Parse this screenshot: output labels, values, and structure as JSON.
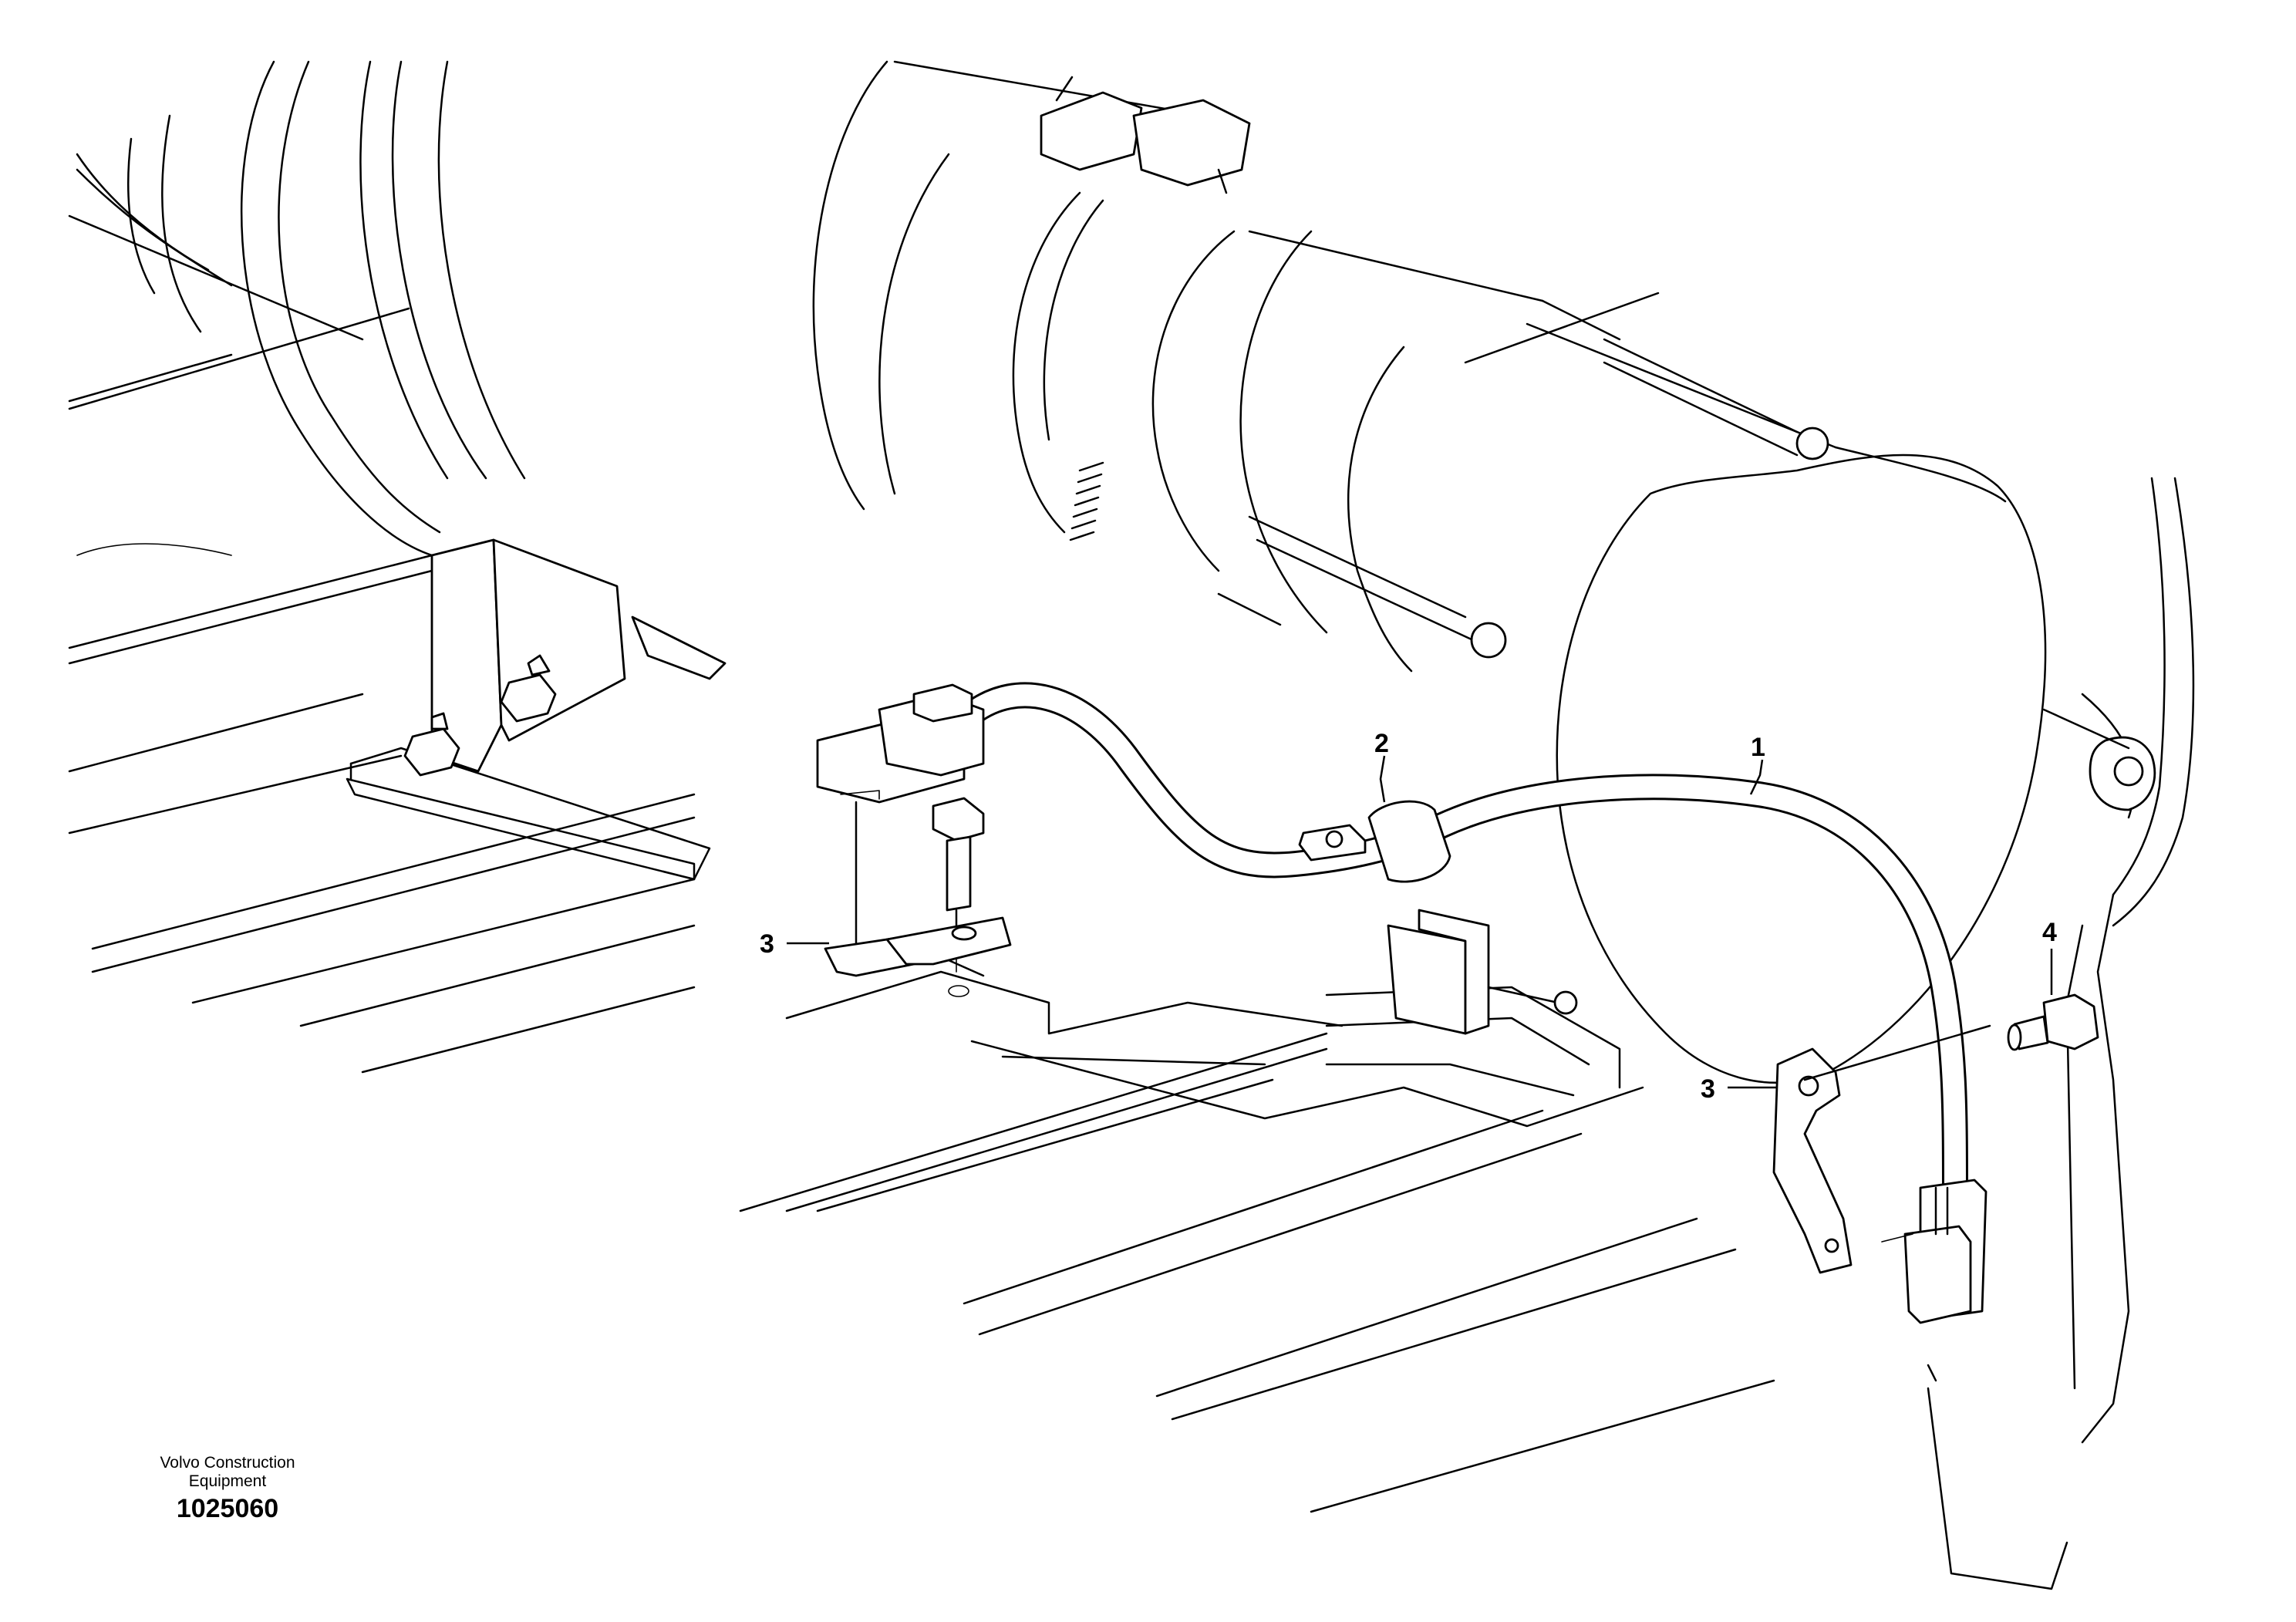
{
  "brand": {
    "line1": "Volvo Construction",
    "line2": "Equipment"
  },
  "drawing_number": "1025060",
  "callouts": {
    "c1": "1",
    "c2": "2",
    "c3a": "3",
    "c3b": "3",
    "c4": "4"
  },
  "colors": {
    "stroke": "#000000",
    "background": "#ffffff"
  }
}
